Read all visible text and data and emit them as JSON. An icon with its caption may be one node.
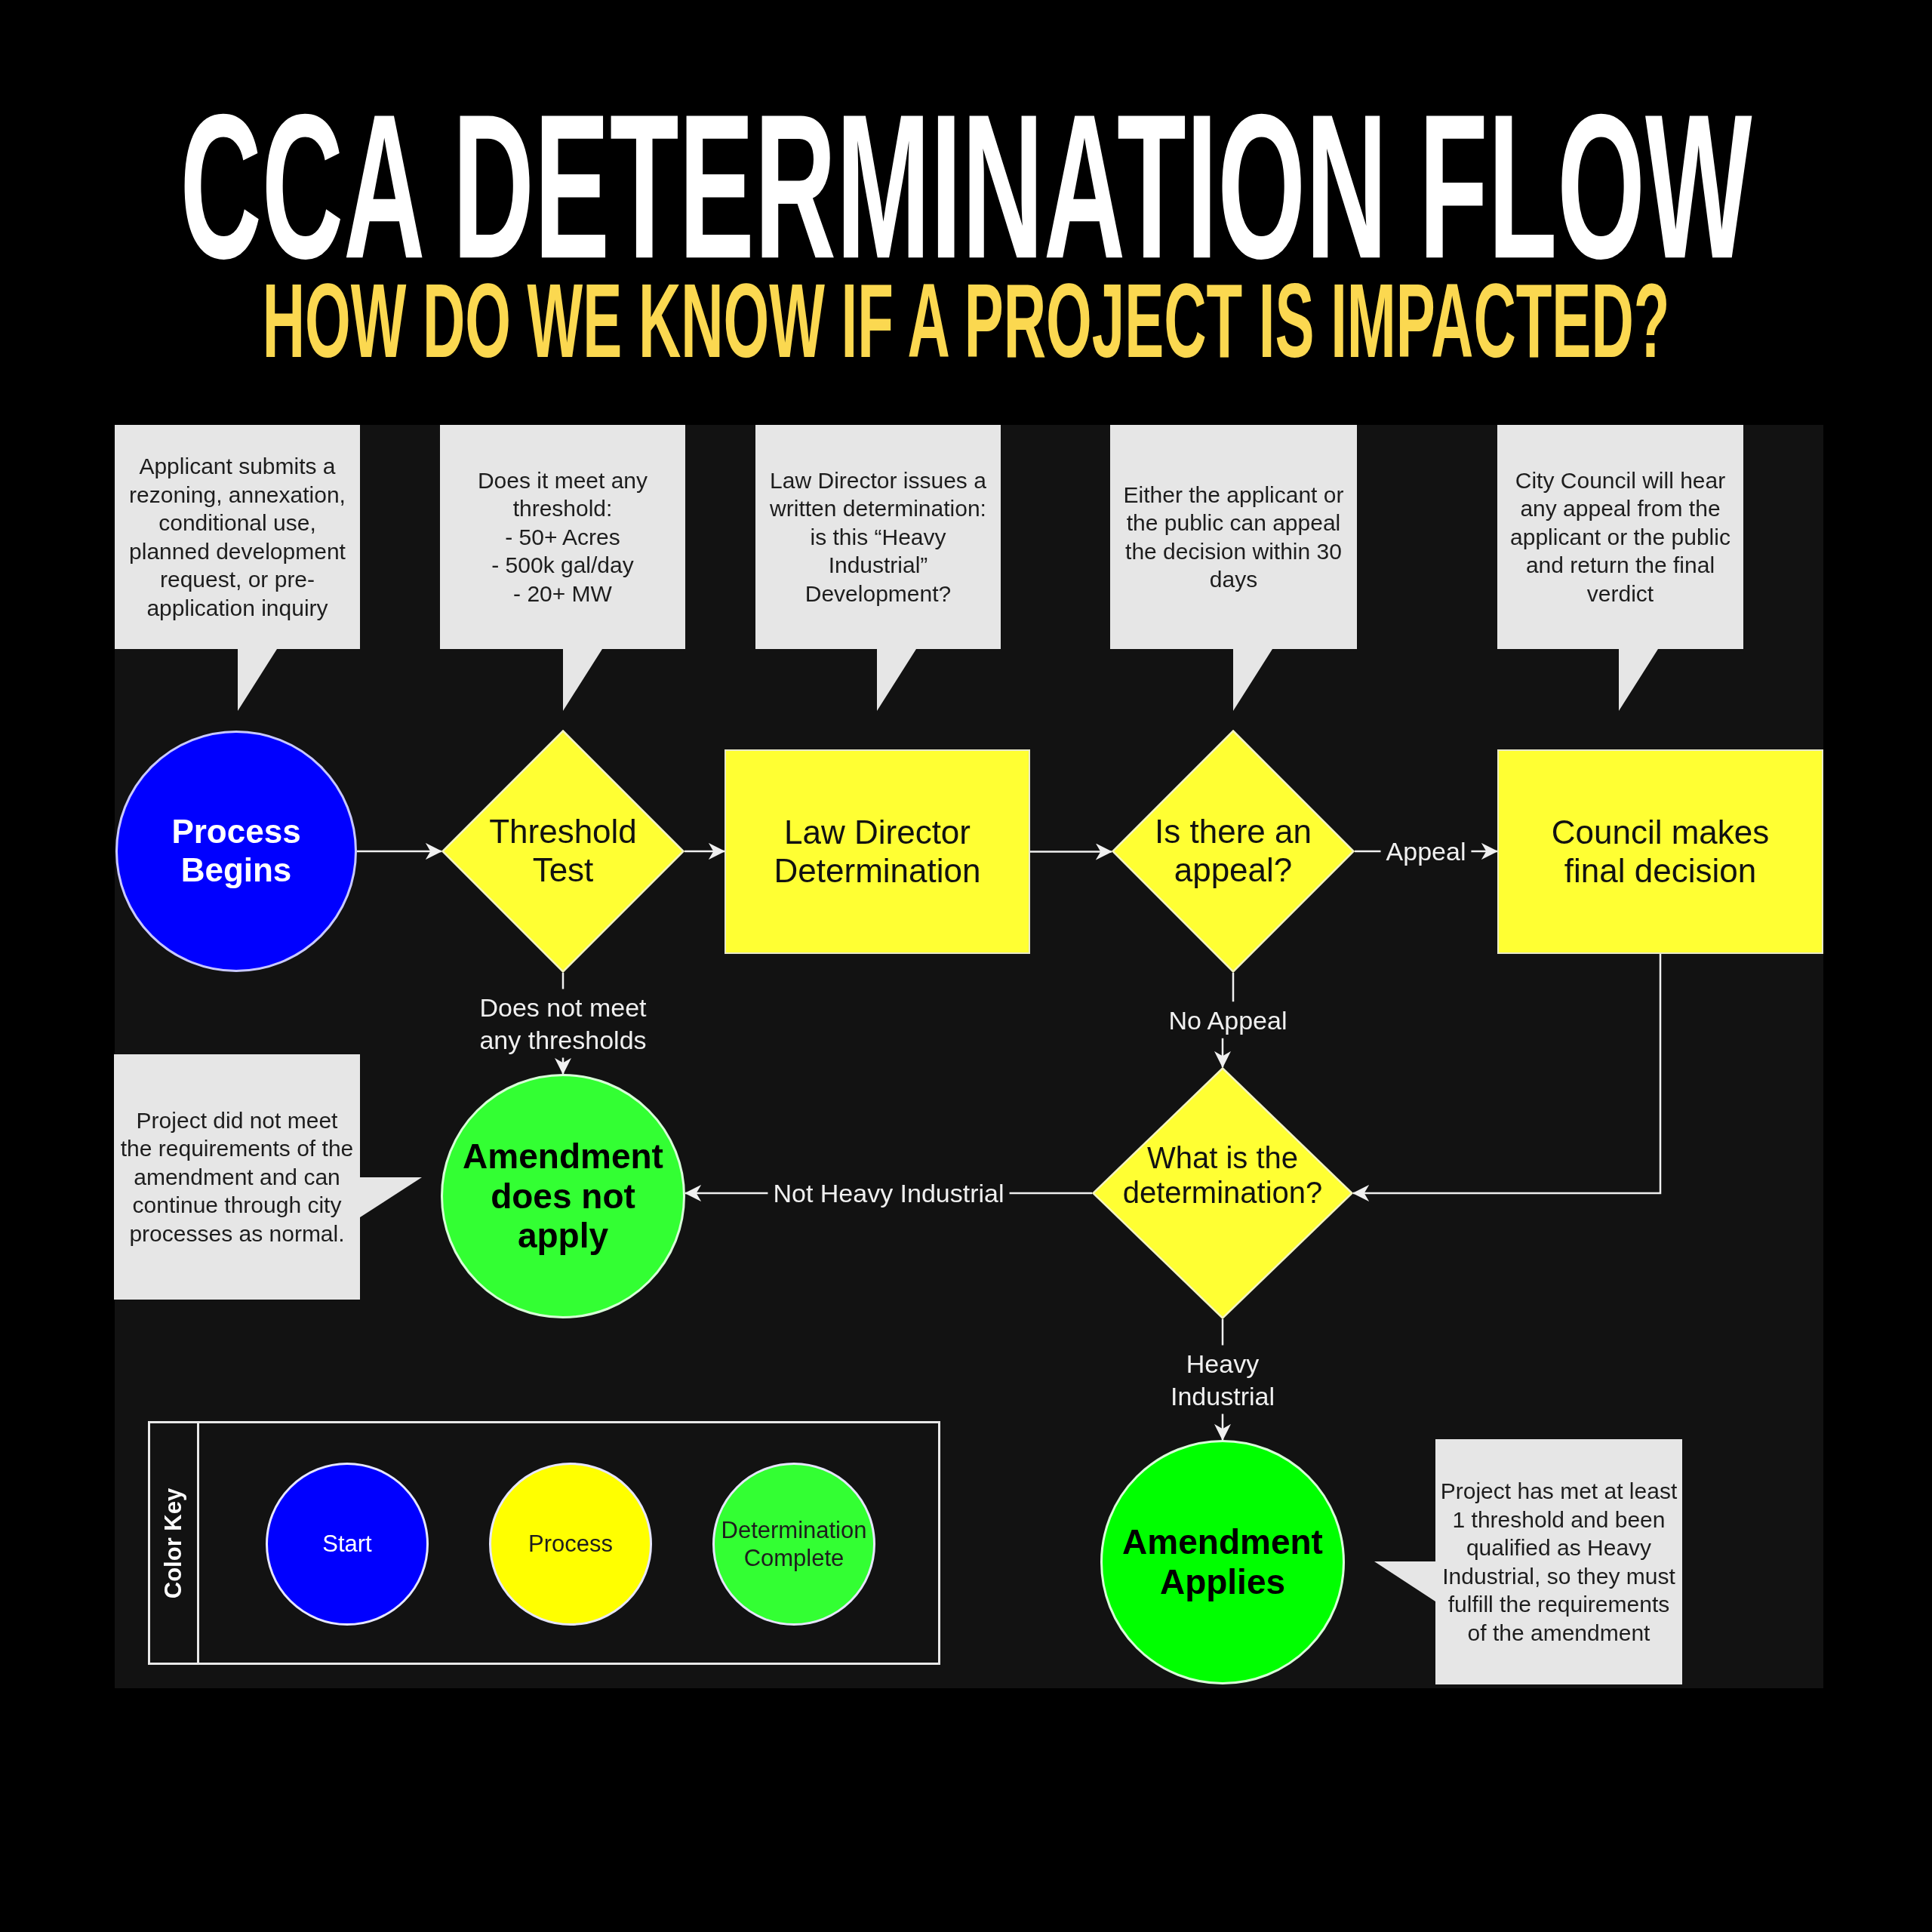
{
  "diagram": {
    "title": "CCA DETERMINATION FLOW",
    "nodes": [
      {
        "text": [
          "Applicant submits a rezoning, annexation, conditional use, planned development request, or pre-application inquiry"
        ]
      },
      {
        "text": [
          "Does it meet any threshold:",
          "- 50+ Acres",
          "- 500k gal/day",
          "- 20+ MW"
        ]
      },
      {
        "text": [
          "Law Director issues a written determination: is this “Heavy Industrial” Development?"
        ]
      },
      {
        "text": [
          "Either the applicant or the public can appeal the decision within 30 days"
        ]
      },
      {
        "text": [
          "City Council will hear any appeal from the applicant or the public and return the final verdict"
        ]
      },
      {
        "text": [
          "Process Begins"
        ]
      },
      {
        "text": [
          "Threshold Test"
        ]
      },
      {
        "text": [
          "Law Director Determination"
        ]
      },
      {
        "text": [
          "Is there an appeal?"
        ]
      },
      {
        "text": [
          "Council makes final decision"
        ]
      },
      {
        "text": [
          "Project did not meet the requirements of the amendment and can continue through city processes as normal."
        ]
      },
      {
        "text": [
          "Amendment does not apply"
        ]
      },
      {
        "text": [
          "What is the determination?"
        ]
      },
      {
        "text": [
          "Amendment Applies"
        ]
      },
      {
        "text": [
          "Project has met at least 1 threshold and been qualified as Heavy Industrial, so they must fulfill the requirements of the amendment"
        ]
      }
    ],
    "edges": [
      {
        "from": 5,
        "to": 6,
        "arrow": "to"
      },
      {
        "from": 6,
        "to": 7,
        "arrow": "to"
      },
      {
        "from": 7,
        "to": 8,
        "arrow": "to"
      },
      {
        "from": 8,
        "to": 9,
        "arrow": "to",
        "label": "Appeal"
      },
      {
        "from": 6,
        "to": 11,
        "arrow": "to",
        "label": "Does not meet any thresholds"
      },
      {
        "from": 8,
        "to": 12,
        "arrow": "to",
        "label": "No Appeal"
      },
      {
        "from": 9,
        "to": 12,
        "arrow": "to"
      },
      {
        "from": 12,
        "to": 11,
        "arrow": "to",
        "label": "Not Heavy Industrial"
      },
      {
        "from": 12,
        "to": 13,
        "arrow": "to",
        "label": "Heavy Industrial"
      }
    ],
    "labels": [
      "HOW DO WE KNOW IF A PROJECT IS IMPACTED?",
      "Color Key"
    ],
    "legend": [
      {
        "text": "Start",
        "color": "#0000ff"
      },
      {
        "text": "Process",
        "color": "#ffff00"
      },
      {
        "text": "Determination Complete",
        "color": "#33ff33"
      }
    ]
  }
}
